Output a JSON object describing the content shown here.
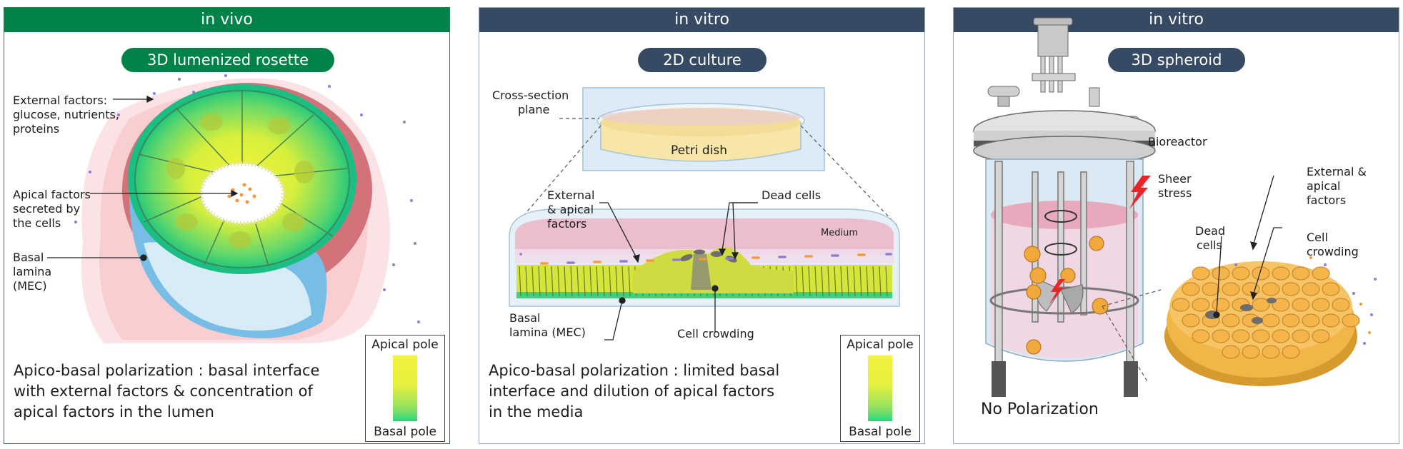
{
  "panels": [
    {
      "header": "in vivo",
      "pill": "3D lumenized rosette",
      "labels": {
        "external_factors": [
          "External factors:",
          "glucose, nutrients,",
          "proteins"
        ],
        "apical_factors": [
          "Apical factors",
          "secreted by",
          "the cells"
        ],
        "basal_lamina": [
          "Basal",
          "lamina",
          "(MEC)"
        ]
      },
      "caption": [
        "Apico-basal polarization : basal interface",
        "with external factors & concentration of",
        "apical factors in the lumen"
      ],
      "legend": {
        "top": "Apical pole",
        "bottom": "Basal pole"
      }
    },
    {
      "header": "in vitro",
      "pill": "2D culture",
      "labels": {
        "cross_section": [
          "Cross-section",
          "plane"
        ],
        "petri_dish": "Petri dish",
        "external_apical": [
          "External",
          "& apical",
          "factors"
        ],
        "dead_cells": "Dead cells",
        "medium": "Medium",
        "basal_lamina": [
          "Basal",
          "lamina (MEC)"
        ],
        "cell_crowding": "Cell crowding"
      },
      "caption": [
        "Apico-basal polarization : limited basal",
        "interface and dilution of apical factors",
        "in the media"
      ],
      "legend": {
        "top": "Apical pole",
        "bottom": "Basal pole"
      }
    },
    {
      "header": "in vitro",
      "pill": "3D spheroid",
      "labels": {
        "bioreactor": "Bioreactor",
        "sheer_stress": [
          "Sheer",
          "stress"
        ],
        "external_apical": [
          "External &",
          "apical",
          "factors"
        ],
        "dead_cells": [
          "Dead",
          "cells"
        ],
        "cell_crowding": [
          "Cell",
          "crowding"
        ]
      },
      "caption": [
        "No Polarization"
      ]
    }
  ],
  "colors": {
    "invivo_green": "#008348",
    "invitro_navy": "#364a63",
    "lumen_yellow": "#f2f23c",
    "basal_green": "#2fd57e",
    "spheroid_orange": "#f2a93b"
  }
}
